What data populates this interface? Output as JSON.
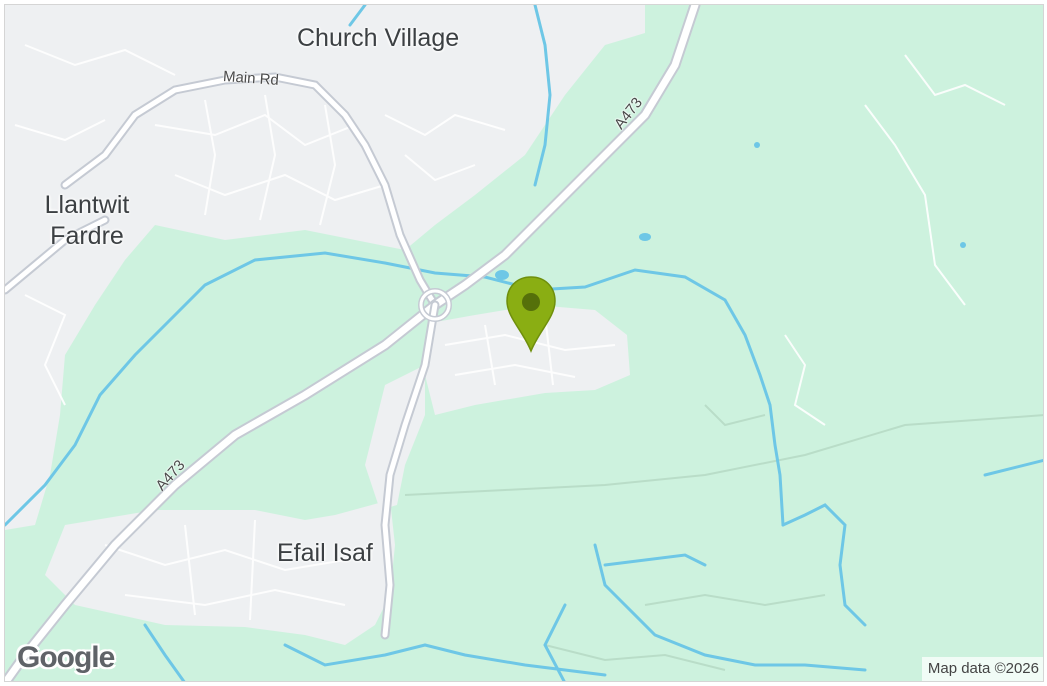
{
  "colors": {
    "park": "#cdf2de",
    "urban": "#eef0f2",
    "water": "#6ec7e6",
    "road": "#ffffff",
    "road_major": "#c5cad3",
    "marker": "#8aae13",
    "marker_dot": "#55700a"
  },
  "places": {
    "church_village": "Church Village",
    "llantwit_fardre": "Llantwit Fardre",
    "efail_isaf": "Efail Isaf"
  },
  "roads": {
    "main_rd": "Main Rd",
    "a473_north": "A473",
    "a473_south": "A473"
  },
  "marker": {
    "icon": "map-pin-icon"
  },
  "branding": {
    "logo": "Google"
  },
  "attribution": {
    "text": "Map data ©2026"
  }
}
